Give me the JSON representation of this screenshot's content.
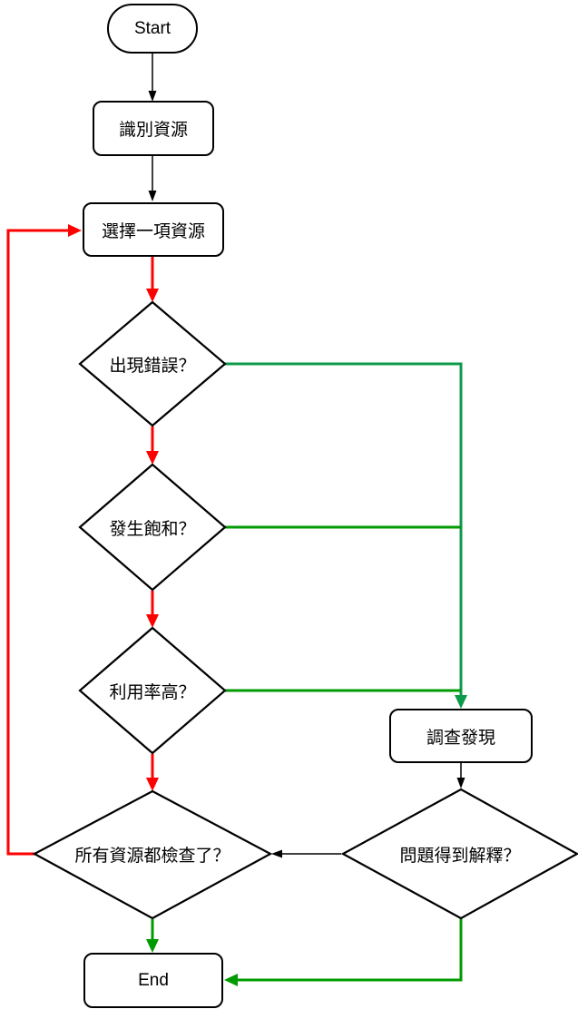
{
  "diagram": {
    "title": "resource-check-flowchart",
    "nodes": {
      "start": {
        "label": "Start",
        "shape": "stadium"
      },
      "identify": {
        "label": "識別資源",
        "shape": "rounded-rect"
      },
      "select": {
        "label": "選擇一項資源",
        "shape": "rounded-rect"
      },
      "error": {
        "label": "出現錯誤？",
        "shape": "diamond"
      },
      "saturation": {
        "label": "發生飽和？",
        "shape": "diamond"
      },
      "utilization": {
        "label": "利用率高？",
        "shape": "diamond"
      },
      "all_checked": {
        "label": "所有資源都檢查了？",
        "shape": "diamond"
      },
      "investigate": {
        "label": "調查發現",
        "shape": "rounded-rect"
      },
      "explained": {
        "label": "問題得到解釋？",
        "shape": "diamond"
      },
      "end": {
        "label": "End",
        "shape": "rounded-rect"
      }
    },
    "edges": [
      {
        "from": "start",
        "to": "identify",
        "color": "black"
      },
      {
        "from": "identify",
        "to": "select",
        "color": "black"
      },
      {
        "from": "select",
        "to": "error",
        "color": "red"
      },
      {
        "from": "error",
        "to": "saturation",
        "color": "red"
      },
      {
        "from": "saturation",
        "to": "utilization",
        "color": "red"
      },
      {
        "from": "utilization",
        "to": "all_checked",
        "color": "red"
      },
      {
        "from": "error",
        "to": "investigate",
        "color": "green"
      },
      {
        "from": "saturation",
        "to": "investigate",
        "color": "green"
      },
      {
        "from": "utilization",
        "to": "investigate",
        "color": "green"
      },
      {
        "from": "investigate",
        "to": "explained",
        "color": "black"
      },
      {
        "from": "explained",
        "to": "all_checked",
        "color": "black"
      },
      {
        "from": "explained",
        "to": "end",
        "color": "green"
      },
      {
        "from": "all_checked",
        "to": "end",
        "color": "green"
      },
      {
        "from": "all_checked",
        "to": "select",
        "color": "red"
      }
    ],
    "colors": {
      "red": "#ff0000",
      "green": "#009b00",
      "green_dark": "#0c9b48",
      "black": "#000000",
      "node_fill": "#ffffff",
      "node_border": "#000000"
    }
  }
}
